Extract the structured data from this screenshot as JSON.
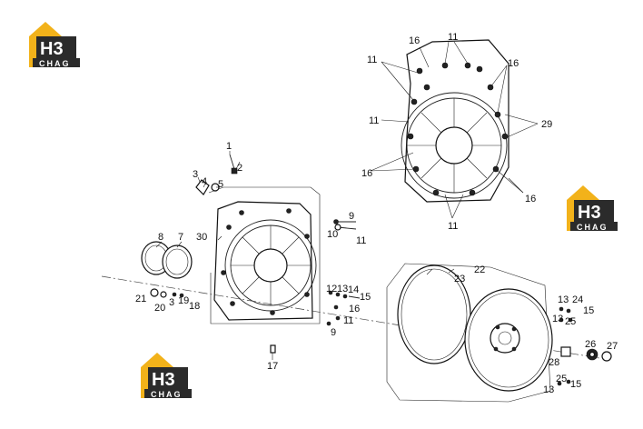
{
  "logo": {
    "mark": "H3",
    "word": "CHAG",
    "colors": {
      "gold": "#f2b21a",
      "dark": "#2b2b2b",
      "white": "#ffffff"
    }
  },
  "callouts": {
    "c1": "1",
    "c2": "2",
    "c3": "3",
    "c3b": "3",
    "c4": "4",
    "c5": "5",
    "c7": "7",
    "c8": "8",
    "c9a": "9",
    "c9b": "9",
    "c10": "10",
    "c11_top_a": "11",
    "c11_top_b": "11",
    "c11_left": "11",
    "c11_bottom": "11",
    "c11_mid": "11",
    "c11_low": "11",
    "c12": "12",
    "c13a": "13",
    "c13b": "13",
    "c13c": "13",
    "c13d": "13",
    "c14": "14",
    "c15a": "15",
    "c15b": "15",
    "c15c": "15",
    "c16_top": "16",
    "c16_right": "16",
    "c16_left": "16",
    "c16_bottom": "16",
    "c16_mid": "16",
    "c17": "17",
    "c18": "18",
    "c19": "19",
    "c20": "20",
    "c21": "21",
    "c22": "22",
    "c23": "23",
    "c24": "24",
    "c25a": "25",
    "c25b": "25",
    "c26": "26",
    "c27": "27",
    "c28": "28",
    "c29": "29",
    "c30": "30"
  }
}
